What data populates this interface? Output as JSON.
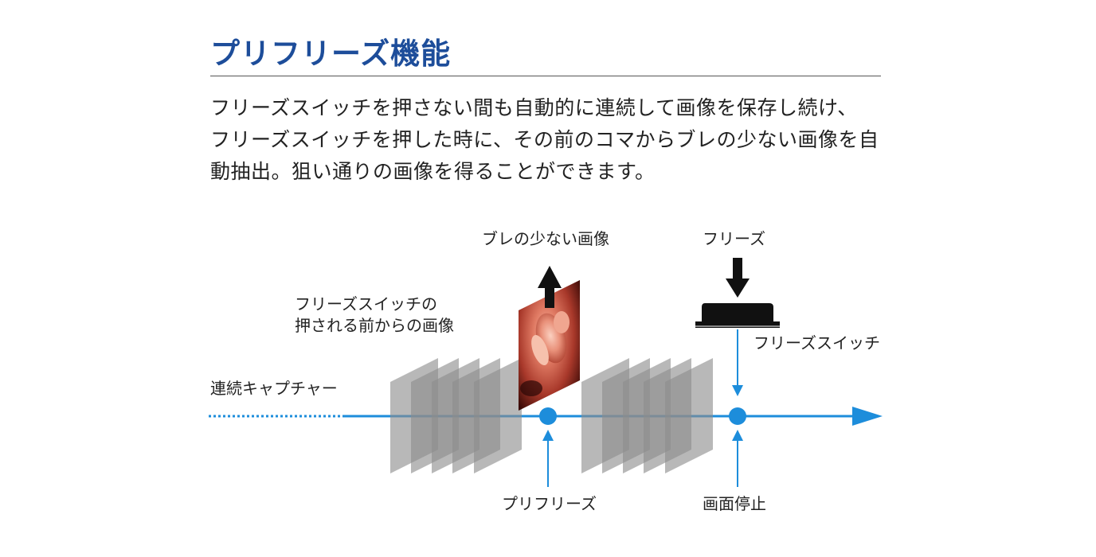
{
  "title": "プリフリーズ機能",
  "description": {
    "lines": [
      "フリーズスイッチを押さない間も自動的に連続して画像を保存し続け、",
      "フリーズスイッチを押した時に、その前のコマからブレの少ない画像を自",
      "動抽出。狙い通りの画像を得ることができます。"
    ]
  },
  "diagram": {
    "labels": {
      "continuous_capture": "連続キャプチャー",
      "before_press_line1": "フリーズスイッチの",
      "before_press_line2": "押される前からの画像",
      "less_blur_image": "ブレの少ない画像",
      "freeze": "フリーズ",
      "freeze_switch": "フリーズスイッチ",
      "prefreeze": "プリフリーズ",
      "screen_stop": "画面停止"
    },
    "colors": {
      "accent": "#1d8ddb",
      "title": "#1d4d9a",
      "frame": "#8c8c8c",
      "arrow_black": "#111111"
    }
  }
}
